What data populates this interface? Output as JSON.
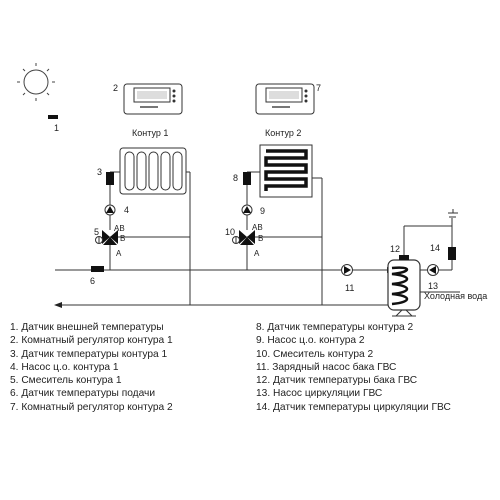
{
  "diagram": {
    "labels": {
      "n1": "1",
      "n2": "2",
      "n3": "3",
      "n4": "4",
      "n5": "5",
      "n6": "6",
      "n7": "7",
      "n8": "8",
      "n9": "9",
      "n10": "10",
      "n11": "11",
      "n12": "12",
      "n13": "13",
      "n14": "14",
      "contour1": "Контур 1",
      "contour2": "Контур 2",
      "ab1": "AB",
      "b1": "B",
      "a1": "A",
      "ab2": "AB",
      "b2": "B",
      "a2": "A",
      "cold_water": "Холодная вода"
    }
  },
  "legend": {
    "left": [
      "1. Датчик внешней температуры",
      "2. Комнатный регулятор контура 1",
      "3. Датчик температуры контура 1",
      "4. Насос ц.о. контура 1",
      "5. Смеситель контура 1",
      "6. Датчик температуры подачи",
      "7. Комнатный регулятор контура 2"
    ],
    "right": [
      "8. Датчик температуры контура 2",
      "9. Насос ц.о. контура 2",
      "10. Смеситель контура 2",
      "11. Зарядный насос бака ГВС",
      "12. Датчик температуры бака ГВС",
      "13. Насос циркуляции ГВС",
      "14. Датчик температуры циркуляции ГВС"
    ]
  }
}
